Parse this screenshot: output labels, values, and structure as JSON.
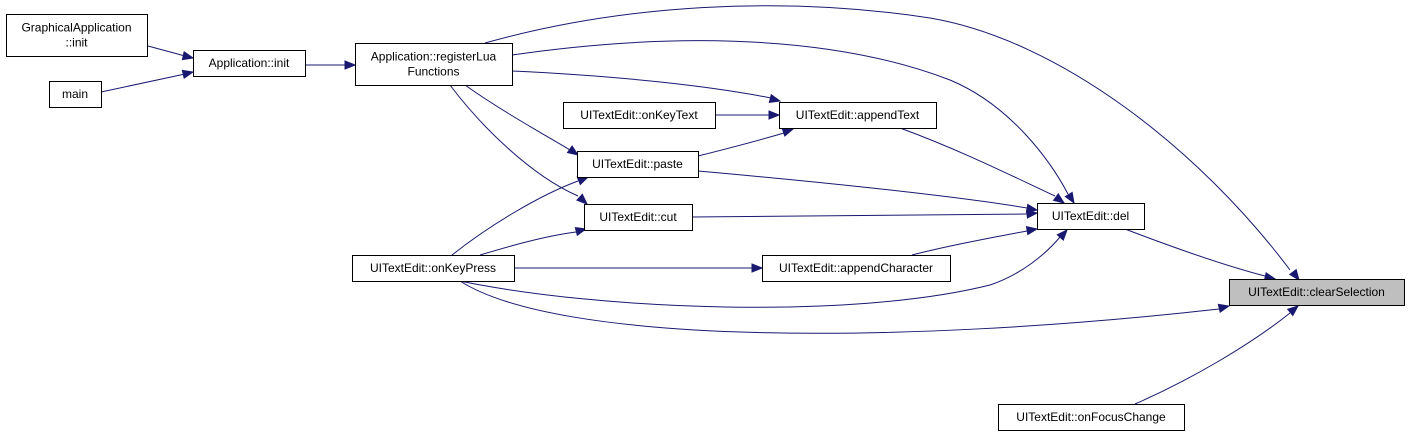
{
  "colors": {
    "edge": "#191970",
    "node_border": "#000000",
    "node_fill": "#ffffff",
    "focus_node_fill": "#bfbfbf"
  },
  "graph": {
    "type": "caller-graph",
    "focus_node": "clearSelection",
    "nodes": [
      {
        "id": "graphicalApp",
        "lines": [
          "GraphicalApplication",
          "::init"
        ]
      },
      {
        "id": "main",
        "lines": [
          "main"
        ]
      },
      {
        "id": "appInit",
        "lines": [
          "Application::init"
        ]
      },
      {
        "id": "registerLua",
        "lines": [
          "Application::registerLua",
          "Functions"
        ]
      },
      {
        "id": "onKeyText",
        "lines": [
          "UITextEdit::onKeyText"
        ]
      },
      {
        "id": "appendText",
        "lines": [
          "UITextEdit::appendText"
        ]
      },
      {
        "id": "paste",
        "lines": [
          "UITextEdit::paste"
        ]
      },
      {
        "id": "cut",
        "lines": [
          "UITextEdit::cut"
        ]
      },
      {
        "id": "onKeyPress",
        "lines": [
          "UITextEdit::onKeyPress"
        ]
      },
      {
        "id": "appendCharacter",
        "lines": [
          "UITextEdit::appendCharacter"
        ]
      },
      {
        "id": "del",
        "lines": [
          "UITextEdit::del"
        ]
      },
      {
        "id": "clearSelection",
        "lines": [
          "UITextEdit::clearSelection"
        ]
      },
      {
        "id": "onFocusChange",
        "lines": [
          "UITextEdit::onFocusChange"
        ]
      }
    ],
    "edges": [
      {
        "from": "graphicalApp",
        "to": "appInit"
      },
      {
        "from": "main",
        "to": "appInit"
      },
      {
        "from": "appInit",
        "to": "registerLua"
      },
      {
        "from": "registerLua",
        "to": "clearSelection"
      },
      {
        "from": "registerLua",
        "to": "del"
      },
      {
        "from": "registerLua",
        "to": "appendText"
      },
      {
        "from": "registerLua",
        "to": "paste"
      },
      {
        "from": "registerLua",
        "to": "cut"
      },
      {
        "from": "onKeyText",
        "to": "appendText"
      },
      {
        "from": "appendText",
        "to": "del"
      },
      {
        "from": "paste",
        "to": "appendText"
      },
      {
        "from": "paste",
        "to": "del"
      },
      {
        "from": "cut",
        "to": "del"
      },
      {
        "from": "onKeyPress",
        "to": "paste"
      },
      {
        "from": "onKeyPress",
        "to": "cut"
      },
      {
        "from": "onKeyPress",
        "to": "appendCharacter"
      },
      {
        "from": "onKeyPress",
        "to": "del"
      },
      {
        "from": "onKeyPress",
        "to": "clearSelection"
      },
      {
        "from": "appendCharacter",
        "to": "del"
      },
      {
        "from": "del",
        "to": "clearSelection"
      },
      {
        "from": "onFocusChange",
        "to": "clearSelection"
      }
    ]
  }
}
